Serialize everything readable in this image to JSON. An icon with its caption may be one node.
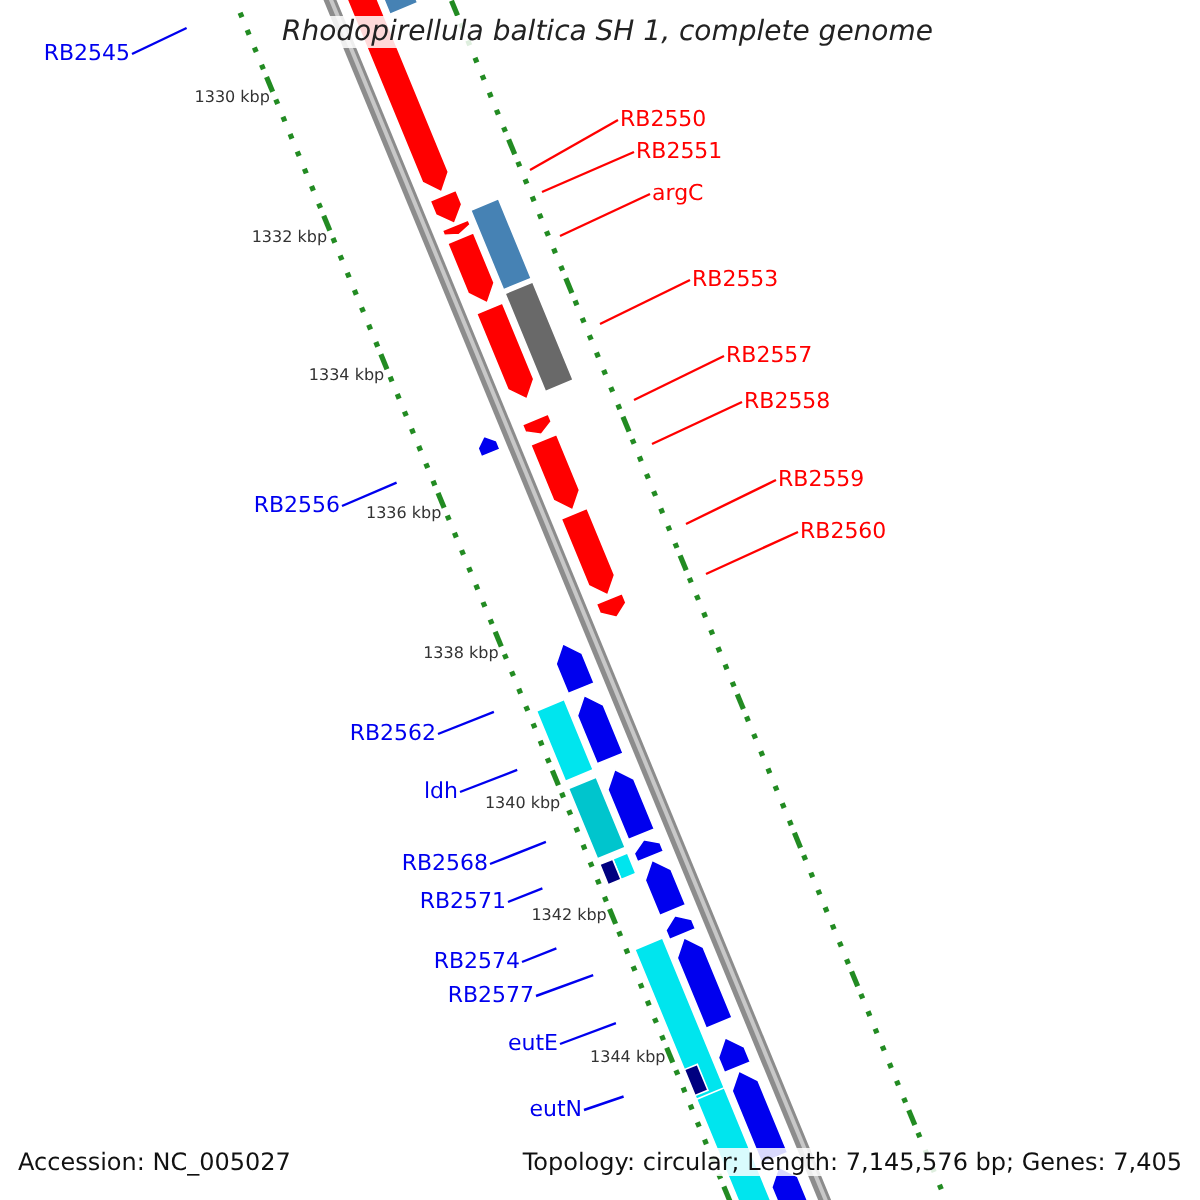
{
  "diagram": {
    "title": "Rhodopirellula baltica SH 1, complete genome",
    "nodes": [
      {
        "text": [
          "RB2545"
        ]
      },
      {
        "text": [
          "RB2550"
        ]
      },
      {
        "text": [
          "RB2551"
        ]
      },
      {
        "text": [
          "argC"
        ]
      },
      {
        "text": [
          "RB2553"
        ]
      },
      {
        "text": [
          "RB2557"
        ]
      },
      {
        "text": [
          "RB2558"
        ]
      },
      {
        "text": [
          "RB2556"
        ]
      },
      {
        "text": [
          "RB2559"
        ]
      },
      {
        "text": [
          "RB2560"
        ]
      },
      {
        "text": [
          "RB2562"
        ]
      },
      {
        "text": [
          "ldh"
        ]
      },
      {
        "text": [
          "RB2568"
        ]
      },
      {
        "text": [
          "RB2571"
        ]
      },
      {
        "text": [
          "RB2574"
        ]
      },
      {
        "text": [
          "RB2577"
        ]
      },
      {
        "text": [
          "eutE"
        ]
      },
      {
        "text": [
          "eutN"
        ]
      }
    ],
    "edges": [
      {
        "from": 0,
        "to": null,
        "arrow": "none"
      },
      {
        "from": 1,
        "to": null,
        "arrow": "none",
        "color": "#ff0000"
      },
      {
        "from": 2,
        "to": null,
        "arrow": "none",
        "color": "#ff0000"
      },
      {
        "from": 3,
        "to": null,
        "arrow": "none",
        "color": "#ff0000"
      },
      {
        "from": 4,
        "to": null,
        "arrow": "none",
        "color": "#ff0000"
      },
      {
        "from": 5,
        "to": null,
        "arrow": "none",
        "color": "#ff0000"
      },
      {
        "from": 6,
        "to": null,
        "arrow": "none",
        "color": "#ff0000"
      },
      {
        "from": 7,
        "to": null,
        "arrow": "none"
      },
      {
        "from": 8,
        "to": null,
        "arrow": "none",
        "color": "#ff0000"
      },
      {
        "from": 9,
        "to": null,
        "arrow": "none",
        "color": "#ff0000"
      },
      {
        "from": 10,
        "to": null,
        "arrow": "none"
      },
      {
        "from": 11,
        "to": null,
        "arrow": "none"
      },
      {
        "from": 12,
        "to": null,
        "arrow": "none"
      },
      {
        "from": 13,
        "to": null,
        "arrow": "none"
      },
      {
        "from": 14,
        "to": null,
        "arrow": "none"
      },
      {
        "from": 15,
        "to": null,
        "arrow": "none"
      },
      {
        "from": 16,
        "to": null,
        "arrow": "none"
      },
      {
        "from": 17,
        "to": null,
        "arrow": "none"
      }
    ],
    "labels": [
      "1330 kbp",
      "1332 kbp",
      "1334 kbp",
      "1336 kbp",
      "1338 kbp",
      "1340 kbp",
      "1342 kbp",
      "1344 kbp",
      "Accession: NC_005027",
      "Topology: circular; Length: 7,145,576 bp; Genes: 7,405"
    ]
  }
}
